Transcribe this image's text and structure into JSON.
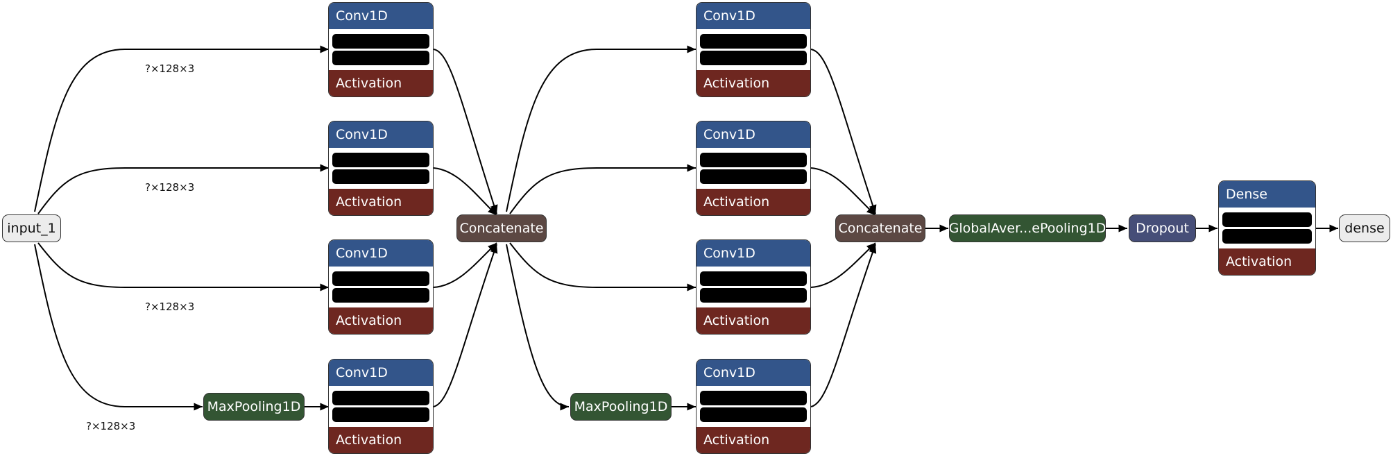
{
  "nodes": {
    "input": "input_1",
    "conv_a1": {
      "title": "Conv1D",
      "sub": "Activation"
    },
    "conv_a2": {
      "title": "Conv1D",
      "sub": "Activation"
    },
    "conv_a3": {
      "title": "Conv1D",
      "sub": "Activation"
    },
    "conv_a4": {
      "title": "Conv1D",
      "sub": "Activation"
    },
    "maxpool_a": "MaxPooling1D",
    "concat_a": "Concatenate",
    "conv_b1": {
      "title": "Conv1D",
      "sub": "Activation"
    },
    "conv_b2": {
      "title": "Conv1D",
      "sub": "Activation"
    },
    "conv_b3": {
      "title": "Conv1D",
      "sub": "Activation"
    },
    "conv_b4": {
      "title": "Conv1D",
      "sub": "Activation"
    },
    "maxpool_b": "MaxPooling1D",
    "concat_b": "Concatenate",
    "gap": "GlobalAver...ePooling1D",
    "dropout": "Dropout",
    "dense_block": {
      "title": "Dense",
      "sub": "Activation"
    },
    "output": "dense"
  },
  "edge_labels": {
    "e1": "?×128×3",
    "e2": "?×128×3",
    "e3": "?×128×3",
    "e4": "?×128×3"
  },
  "colors": {
    "conv_header": "#33558a",
    "activation": "#6e2720",
    "pooling": "#335533",
    "concatenate": "#5c4843",
    "dropout": "#464e78",
    "io": "#ececec",
    "redaction": "#000000"
  }
}
